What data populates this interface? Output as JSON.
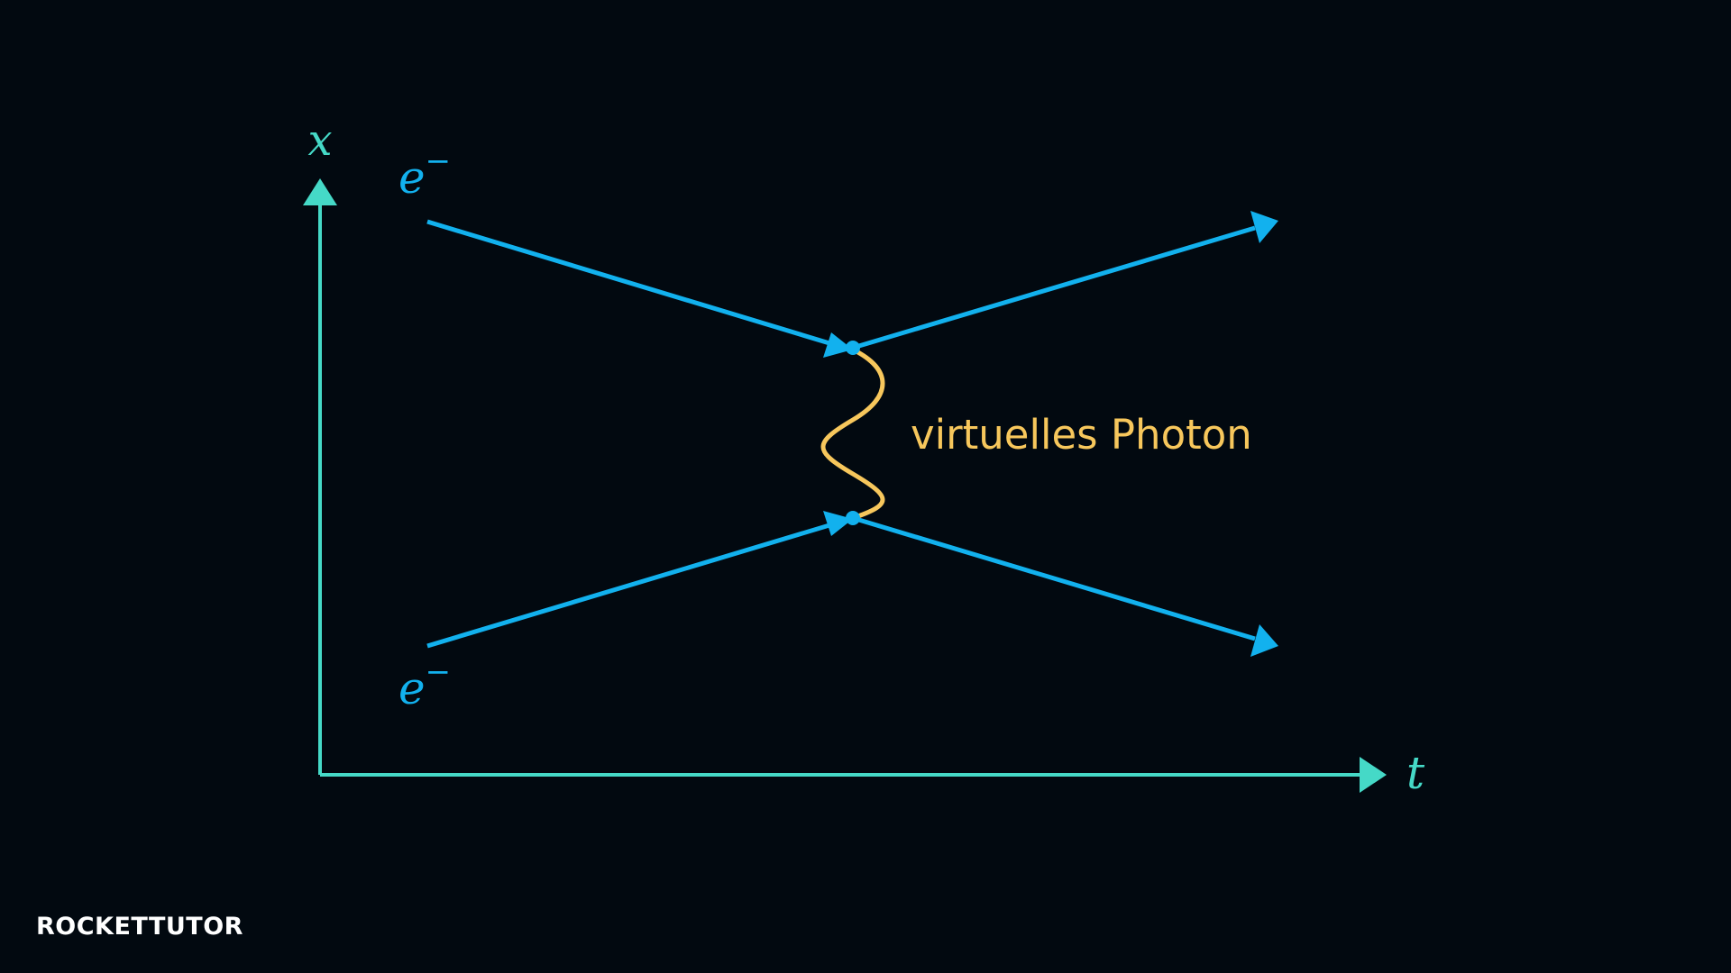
{
  "diagram": {
    "axis_x_label": "x",
    "axis_t_label": "t",
    "electron_top": {
      "symbol": "e",
      "superscript": "−"
    },
    "electron_bottom": {
      "symbol": "e",
      "superscript": "−"
    },
    "photon_label": "virtuelles Photon"
  },
  "logo": {
    "text": "ROCKETTUTOR"
  },
  "colors": {
    "background": "#020910",
    "axis": "#45d9c7",
    "electron": "#12b1ee",
    "photon": "#f7c75c",
    "logo": "#ffffff"
  }
}
